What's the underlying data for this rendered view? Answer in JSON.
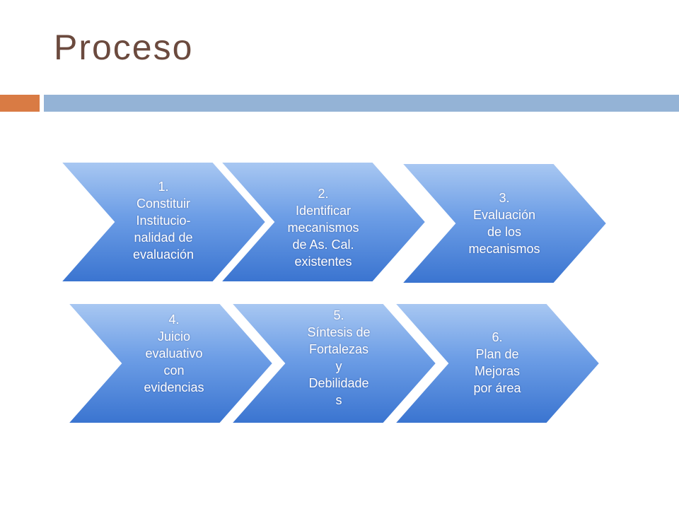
{
  "page": {
    "title": "Proceso",
    "accent_orange": "#d97b44",
    "accent_blue": "#94b3d6",
    "title_color": "#6b4a3e"
  },
  "steps": [
    {
      "lines": [
        "1.",
        "Constituir",
        "Institucio-",
        "nalidad de",
        "evaluación"
      ]
    },
    {
      "lines": [
        "2.",
        "Identificar",
        "mecanismos",
        "de As. Cal.",
        "existentes"
      ]
    },
    {
      "lines": [
        "3.",
        "Evaluación",
        "de los",
        "mecanismos"
      ]
    },
    {
      "lines": [
        "4.",
        "Juicio",
        "evaluativo",
        "con",
        "evidencias"
      ]
    },
    {
      "lines": [
        "5.",
        "Síntesis de",
        "Fortalezas",
        "y",
        "Debilidade",
        "s"
      ]
    },
    {
      "lines": [
        "6.",
        "Plan de",
        "Mejoras",
        "por área"
      ]
    }
  ]
}
